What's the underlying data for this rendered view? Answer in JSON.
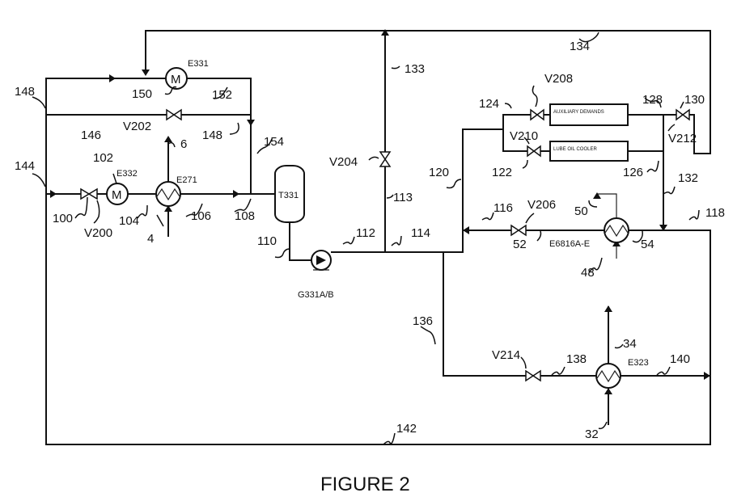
{
  "caption": "FIGURE 2",
  "equipment": {
    "e331": "E331",
    "e332": "E332",
    "e271": "E271",
    "t331": "T331",
    "g331": "G331A/B",
    "e6816": "E6816A-E",
    "e323": "E323"
  },
  "valves": {
    "v200": "V200",
    "v202": "V202",
    "v204": "V204",
    "v206": "V206",
    "v208": "V208",
    "v210": "V210",
    "v212": "V212",
    "v214": "V214"
  },
  "boxes": {
    "auxiliary": "AUXILIARY DEMANDS",
    "lube_oil": "LUBE OIL COOLER"
  },
  "streams": {
    "s4": "4",
    "s6": "6",
    "s32": "32",
    "s34": "34",
    "s48": "48",
    "s50": "50",
    "s52": "52",
    "s54": "54",
    "s100": "100",
    "s102": "102",
    "s104": "104",
    "s106": "106",
    "s108": "108",
    "s110": "110",
    "s112": "112",
    "s113": "113",
    "s114": "114",
    "s116": "116",
    "s118": "118",
    "s120": "120",
    "s122": "122",
    "s124": "124",
    "s126": "126",
    "s128": "128",
    "s130": "130",
    "s132": "132",
    "s133": "133",
    "s134": "134",
    "s136": "136",
    "s138": "138",
    "s140": "140",
    "s142": "142",
    "s144": "144",
    "s146": "146",
    "s148a": "148",
    "s148b": "148",
    "s150": "150",
    "s152": "152",
    "s154": "154"
  }
}
